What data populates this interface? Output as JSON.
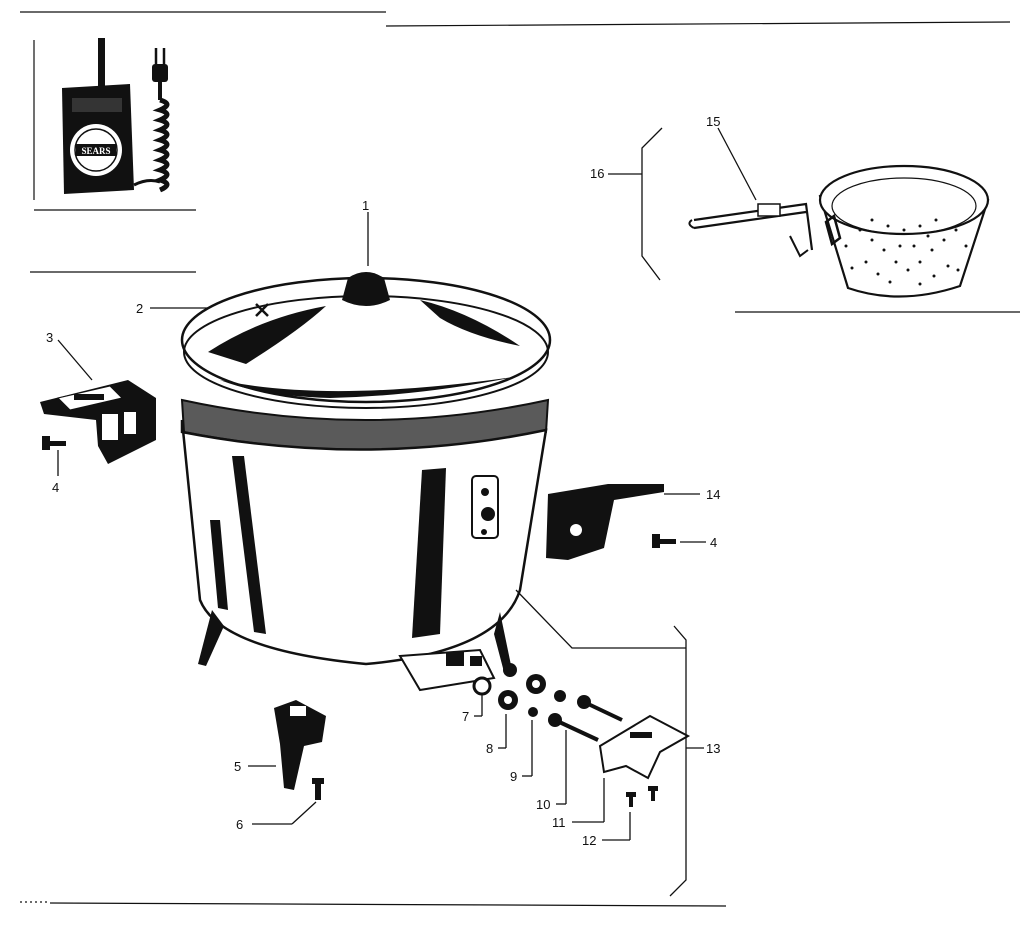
{
  "diagram": {
    "brand_on_control": "SEARS",
    "callouts": {
      "p1": "1",
      "p2": "2",
      "p3": "3",
      "p4a": "4",
      "p4b": "4",
      "p5": "5",
      "p6": "6",
      "p7": "7",
      "p8": "8",
      "p9": "9",
      "p10": "10",
      "p11": "11",
      "p12": "12",
      "p13": "13",
      "p14": "14",
      "p15": "15",
      "p16": "16"
    }
  },
  "colors": {
    "ink": "#111111",
    "paper": "#ffffff",
    "band": "#5a5a5a"
  }
}
